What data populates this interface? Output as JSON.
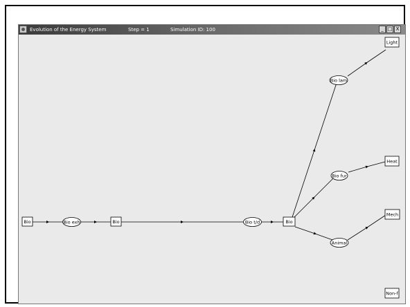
{
  "window": {
    "title": "Evolution of the Energy System",
    "step": "Step = 1",
    "simulation_id": "Simulation ID: 100",
    "btn_min": "_",
    "btn_max": "□",
    "btn_close": "X"
  },
  "nodes": {
    "bio_left": "Bio",
    "bio_exh": "Bio exh",
    "bio_mid": "Bio",
    "bio_td": "Bio t/d",
    "bio_right": "Bio",
    "bio_lam": "Bio lam",
    "bio_fur": "Bio fur",
    "animal": "Animal",
    "light": "Light",
    "heat": "Heat",
    "mech": "Mech",
    "nonf": "Non-f"
  }
}
